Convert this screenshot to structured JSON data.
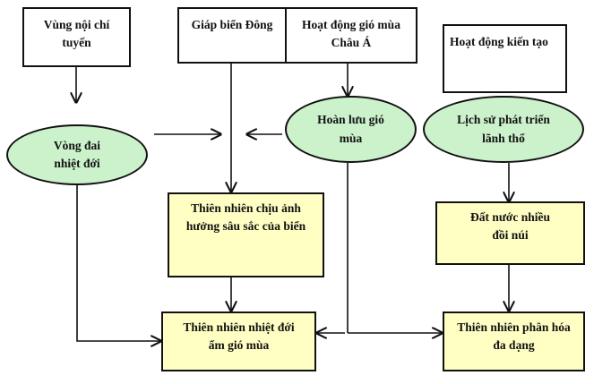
{
  "nodes": {
    "vung_noi_chi_tuyen": "Vùng nội chí tuyến",
    "giap_bien_dong": "Giáp biển Đông",
    "hoat_dong_gio_mua": "Hoạt động gió mùa Châu Á",
    "hoat_dong_kien_tao": "Hoạt động kiến tạo",
    "vong_dai_nhiet_doi": "Vòng đai nhiệt đới",
    "hoan_luu_gio_mua": "Hoàn lưu gió mùa",
    "lich_su_phat_trien": "Lịch sử phát triển lãnh thổ",
    "anh_huong_bien": "Thiên nhiên chịu ảnh hưởng sâu sắc của biển",
    "dat_nuoc_doi_nui": "Đất nước nhiều đồi núi",
    "nhiet_doi_am_gio_mua": "Thiên nhiên nhiệt đới ẩm gió mùa",
    "phan_hoa_da_dang": "Thiên nhiên phân hóa đa dạng"
  },
  "colors": {
    "ellipse": "#ccf2cc",
    "yellow_box": "#ffffc4",
    "line": "#111111"
  }
}
